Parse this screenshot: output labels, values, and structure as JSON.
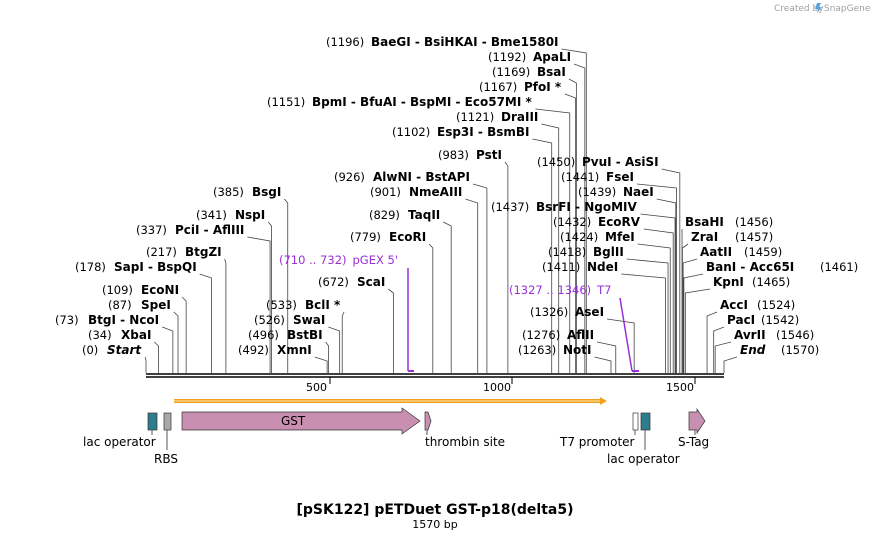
{
  "map": {
    "title": "[pSK122] pETDuet GST-p18(delta5)",
    "length_label": "1570 bp",
    "credit": "Created by",
    "brand": "SnapGene",
    "sequence_length": 1570,
    "ticks": [
      "500",
      "1000",
      "1500"
    ]
  },
  "sites": [
    {
      "num": "(1196)",
      "name": "BaeGI  - BsiHKAI  - Bme1580I",
      "pos": 1196
    },
    {
      "num": "(1192)",
      "name": "ApaLI",
      "pos": 1192
    },
    {
      "num": "(1169)",
      "name": "BsaI",
      "pos": 1169
    },
    {
      "num": "(1167)",
      "name": "PfoI *",
      "pos": 1167
    },
    {
      "num": "(1151)",
      "name": "BpmI  - BfuAI  - BspMI  - Eco57MI *",
      "pos": 1151
    },
    {
      "num": "(1121)",
      "name": "DraIII",
      "pos": 1121
    },
    {
      "num": "(1102)",
      "name": "Esp3I  - BsmBI",
      "pos": 1102
    },
    {
      "num": "(983)",
      "name": "PstI",
      "pos": 983
    },
    {
      "num": "(926)",
      "name": "AlwNI  - BstAPI",
      "pos": 926
    },
    {
      "num": "(901)",
      "name": "NmeAIII",
      "pos": 901
    },
    {
      "num": "(829)",
      "name": "TaqII",
      "pos": 829
    },
    {
      "num": "(779)",
      "name": "EcoRI",
      "pos": 779
    },
    {
      "num": "(672)",
      "name": "ScaI",
      "pos": 672
    },
    {
      "num": "(385)",
      "name": "BsgI",
      "pos": 385
    },
    {
      "num": "(341)",
      "name": "NspI",
      "pos": 341
    },
    {
      "num": "(337)",
      "name": "PciI  - AflIII",
      "pos": 337
    },
    {
      "num": "(217)",
      "name": "BtgZI",
      "pos": 217
    },
    {
      "num": "(178)",
      "name": "SapI  - BspQI",
      "pos": 178
    },
    {
      "num": "(109)",
      "name": "EcoNI",
      "pos": 109
    },
    {
      "num": "(87)",
      "name": "SpeI",
      "pos": 87
    },
    {
      "num": "(73)",
      "name": "BtgI  - NcoI",
      "pos": 73
    },
    {
      "num": "(34)",
      "name": "XbaI",
      "pos": 34
    },
    {
      "num": "(0)",
      "name": "Start",
      "pos": 0,
      "italic": true
    },
    {
      "num": "(533)",
      "name": "BclI *",
      "pos": 533
    },
    {
      "num": "(526)",
      "name": "SwaI",
      "pos": 526
    },
    {
      "num": "(496)",
      "name": "BstBI",
      "pos": 496
    },
    {
      "num": "(492)",
      "name": "XmnI",
      "pos": 492
    },
    {
      "num": "(1450)",
      "name": "PvuI  - AsiSI",
      "pos": 1450
    },
    {
      "num": "(1441)",
      "name": "FseI",
      "pos": 1441
    },
    {
      "num": "(1439)",
      "name": "NaeI",
      "pos": 1439
    },
    {
      "num": "(1437)",
      "name": "BsrFI  - NgoMIV",
      "pos": 1437
    },
    {
      "num": "(1432)",
      "name": "EcoRV",
      "pos": 1432
    },
    {
      "num": "(1424)",
      "name": "MfeI",
      "pos": 1424
    },
    {
      "num": "(1418)",
      "name": "BglII",
      "pos": 1418
    },
    {
      "num": "(1411)",
      "name": "NdeI",
      "pos": 1411
    },
    {
      "num": "(1326)",
      "name": "AseI",
      "pos": 1326
    },
    {
      "num": "(1276)",
      "name": "AflII",
      "pos": 1276
    },
    {
      "num": "(1263)",
      "name": "NotI",
      "pos": 1263
    },
    {
      "num": "(1456)",
      "name": "BsaHI",
      "pos": 1456
    },
    {
      "num": "(1457)",
      "name": "ZraI",
      "pos": 1457
    },
    {
      "num": "(1459)",
      "name": "AatII",
      "pos": 1459
    },
    {
      "num": "(1461)",
      "name": "BanI  - Acc65I",
      "pos": 1461
    },
    {
      "num": "(1465)",
      "name": "KpnI",
      "pos": 1465
    },
    {
      "num": "(1524)",
      "name": "AccI",
      "pos": 1524
    },
    {
      "num": "(1542)",
      "name": "PacI",
      "pos": 1542
    },
    {
      "num": "(1546)",
      "name": "AvrII",
      "pos": 1546
    },
    {
      "num": "(1570)",
      "name": "End",
      "pos": 1570,
      "italic": true
    }
  ],
  "primers": [
    {
      "range": "(710 .. 732)",
      "name": "pGEX 5'",
      "start": 710,
      "end": 732
    },
    {
      "range": "(1327 .. 1346)",
      "name": "T7",
      "start": 1327,
      "end": 1346
    }
  ],
  "features": [
    {
      "label": "lac operator",
      "color": "#2e7d8f"
    },
    {
      "label": "RBS",
      "color": "#a9a9a9"
    },
    {
      "label": "GST",
      "color": "#c98fb0"
    },
    {
      "label": "thrombin site",
      "color": "#c98fb0"
    },
    {
      "label": "T7 promoter",
      "color": "#ffffff"
    },
    {
      "label": "lac operator",
      "color": "#2e7d8f"
    },
    {
      "label": "S-Tag",
      "color": "#c98fb0"
    }
  ],
  "colors": {
    "orf": "#f0a020",
    "primer": "#9a30d8",
    "brand": "#5aa0d8"
  }
}
